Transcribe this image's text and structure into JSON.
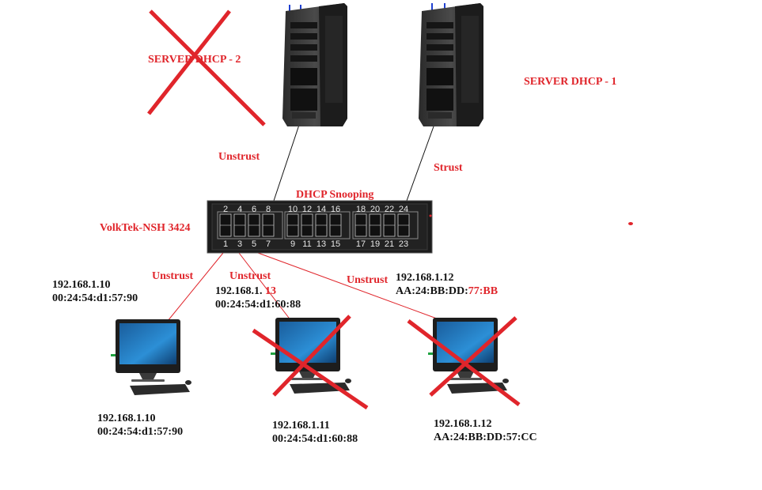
{
  "colors": {
    "accent_red": "#e0252b",
    "text_black": "#111111",
    "switch_body": "#1b1b1b",
    "port_led": "#8cff6a"
  },
  "labels": {
    "server2": "SERVER DHCP - 2",
    "server1": "SERVER DHCP - 1",
    "link_server2": "Unstrust",
    "link_server1": "Strust",
    "switch_title": "DHCP Snooping",
    "switch_name": "VolkTek-NSH 3424",
    "link_pc1": "Unstrust",
    "link_pc2": "Unstrust",
    "link_pc3": "Unstrust"
  },
  "switch": {
    "ports_top": [
      "2",
      "4",
      "6",
      "8",
      "10",
      "12",
      "14",
      "16",
      "18",
      "20",
      "22",
      "24"
    ],
    "ports_bottom": [
      "1",
      "3",
      "5",
      "7",
      "9",
      "11",
      "13",
      "15",
      "17",
      "19",
      "21",
      "23"
    ]
  },
  "pc1": {
    "top_ip": "192.168.1.10",
    "top_mac": "00:24:54:d1:57:90",
    "bottom_ip": "192.168.1.10",
    "bottom_mac": "00:24:54:d1:57:90"
  },
  "pc2": {
    "top_ip_prefix": "192.168.1.",
    "top_ip_suffix": "13",
    "top_mac": "00:24:54:d1:60:88",
    "bottom_ip": "192.168.1.11",
    "bottom_mac": "00:24:54:d1:60:88"
  },
  "pc3": {
    "top_ip": "192.168.1.12",
    "top_mac_prefix": "AA:24:BB:DD:",
    "top_mac_suffix": "77:BB",
    "bottom_ip": "192.168.1.12",
    "bottom_mac": "AA:24:BB:DD:57:CC"
  },
  "icons": [
    "server-tower-icon",
    "network-switch-icon",
    "desktop-computer-icon",
    "red-cross-icon"
  ]
}
